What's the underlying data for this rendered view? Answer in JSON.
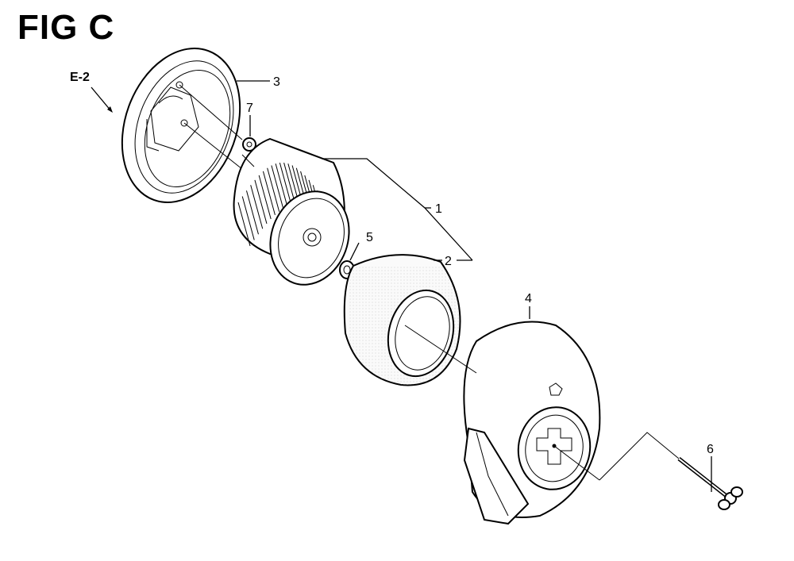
{
  "figure": {
    "title": "FIG C"
  },
  "reference": {
    "label": "E-2"
  },
  "callouts": [
    {
      "id": "1",
      "label": "1"
    },
    {
      "id": "2",
      "label": "2"
    },
    {
      "id": "3",
      "label": "3"
    },
    {
      "id": "4",
      "label": "4"
    },
    {
      "id": "5",
      "label": "5"
    },
    {
      "id": "6",
      "label": "6"
    },
    {
      "id": "7",
      "label": "7"
    }
  ]
}
